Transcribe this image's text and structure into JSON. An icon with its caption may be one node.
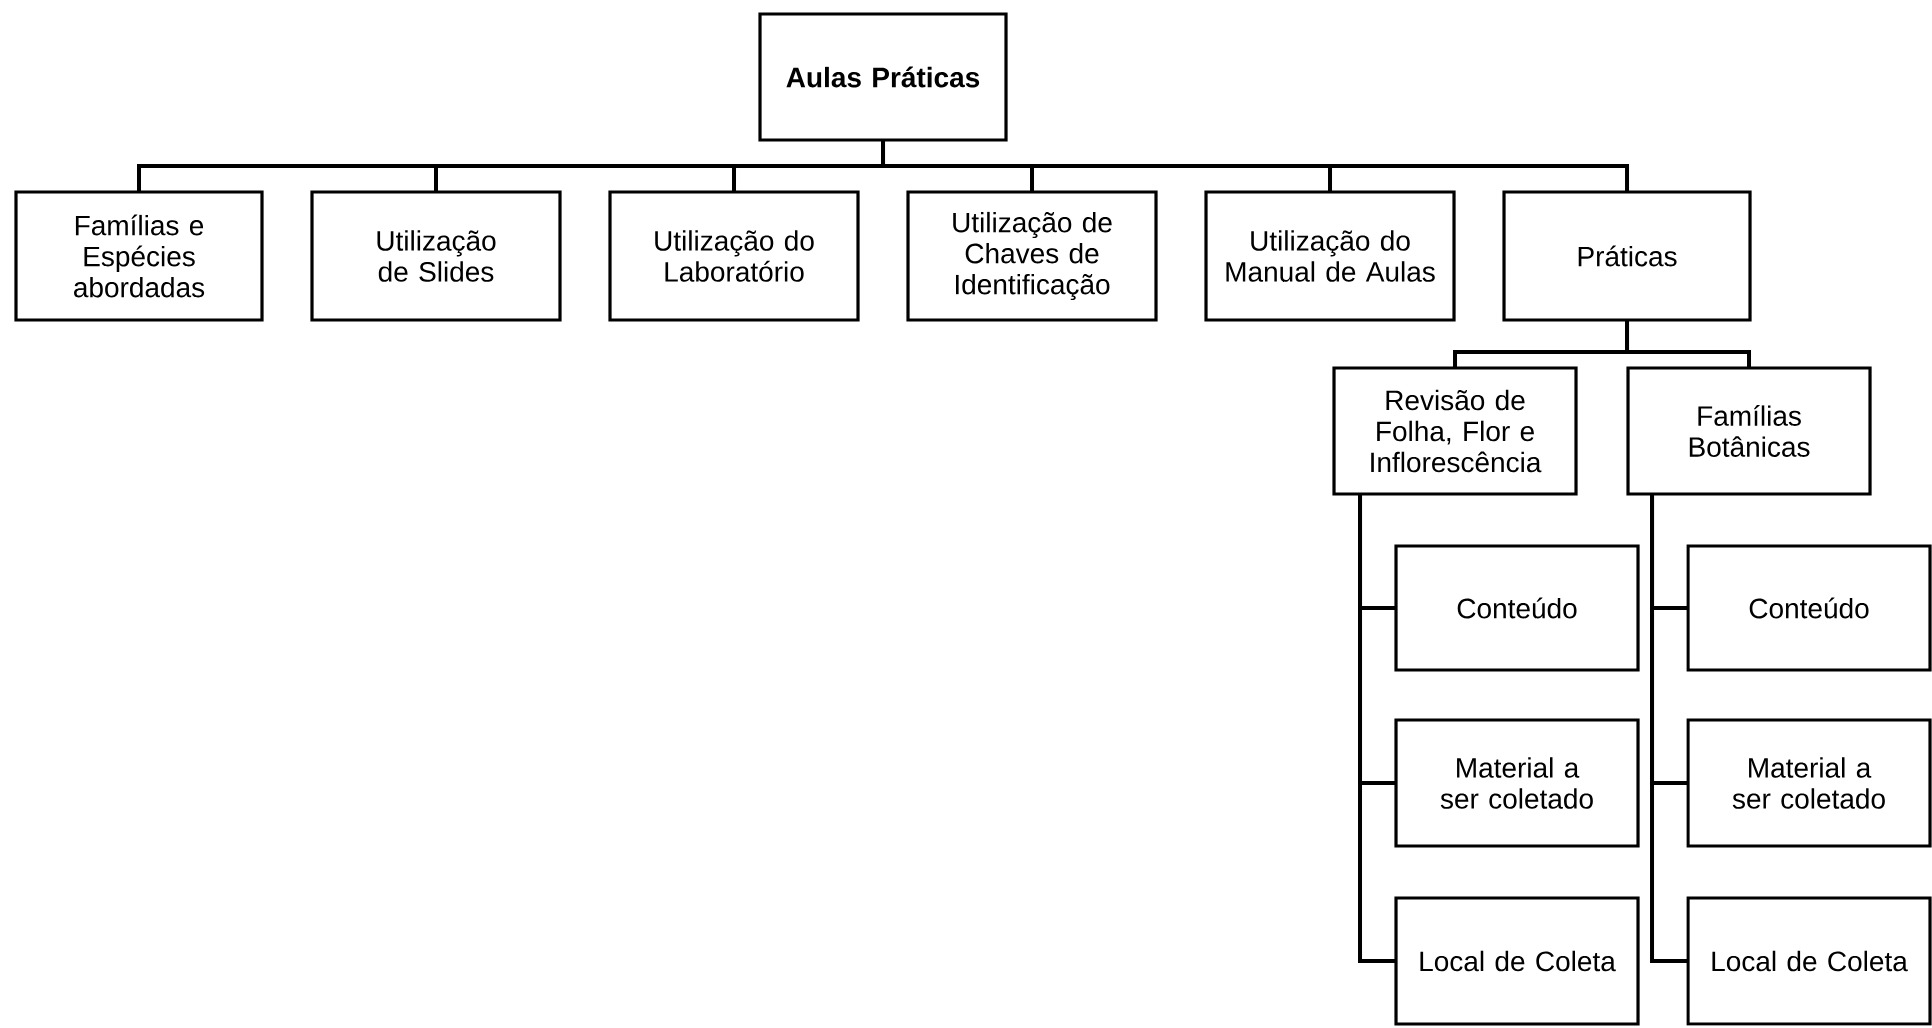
{
  "diagram": {
    "nodes": [
      {
        "text": [
          "Aulas Práticas"
        ]
      },
      {
        "text": [
          "Famílias e Espécies abordadas"
        ]
      },
      {
        "text": [
          "Utilização de Slides"
        ]
      },
      {
        "text": [
          "Utilização do Laboratório"
        ]
      },
      {
        "text": [
          "Utilização de Chaves de Identificação"
        ]
      },
      {
        "text": [
          "Utilização do Manual de Aulas"
        ]
      },
      {
        "text": [
          "Práticas"
        ]
      },
      {
        "text": [
          "Revisão de Folha, Flor e Inflorescência"
        ]
      },
      {
        "text": [
          "Famílias Botânicas"
        ]
      },
      {
        "text": [
          "Conteúdo"
        ]
      },
      {
        "text": [
          "Material a ser coletado"
        ]
      },
      {
        "text": [
          "Local de Coleta"
        ]
      },
      {
        "text": [
          "Conteúdo"
        ]
      },
      {
        "text": [
          "Material a ser coletado"
        ]
      },
      {
        "text": [
          "Local de Coleta"
        ]
      }
    ],
    "edges": [
      {
        "from": 0,
        "to": 1,
        "arrow": "none"
      },
      {
        "from": 0,
        "to": 2,
        "arrow": "none"
      },
      {
        "from": 0,
        "to": 3,
        "arrow": "none"
      },
      {
        "from": 0,
        "to": 4,
        "arrow": "none"
      },
      {
        "from": 0,
        "to": 5,
        "arrow": "none"
      },
      {
        "from": 0,
        "to": 6,
        "arrow": "none"
      },
      {
        "from": 6,
        "to": 7,
        "arrow": "none"
      },
      {
        "from": 6,
        "to": 8,
        "arrow": "none"
      },
      {
        "from": 7,
        "to": 9,
        "arrow": "none"
      },
      {
        "from": 7,
        "to": 10,
        "arrow": "none"
      },
      {
        "from": 7,
        "to": 11,
        "arrow": "none"
      },
      {
        "from": 8,
        "to": 12,
        "arrow": "none"
      },
      {
        "from": 8,
        "to": 13,
        "arrow": "none"
      },
      {
        "from": 8,
        "to": 14,
        "arrow": "none"
      }
    ]
  }
}
